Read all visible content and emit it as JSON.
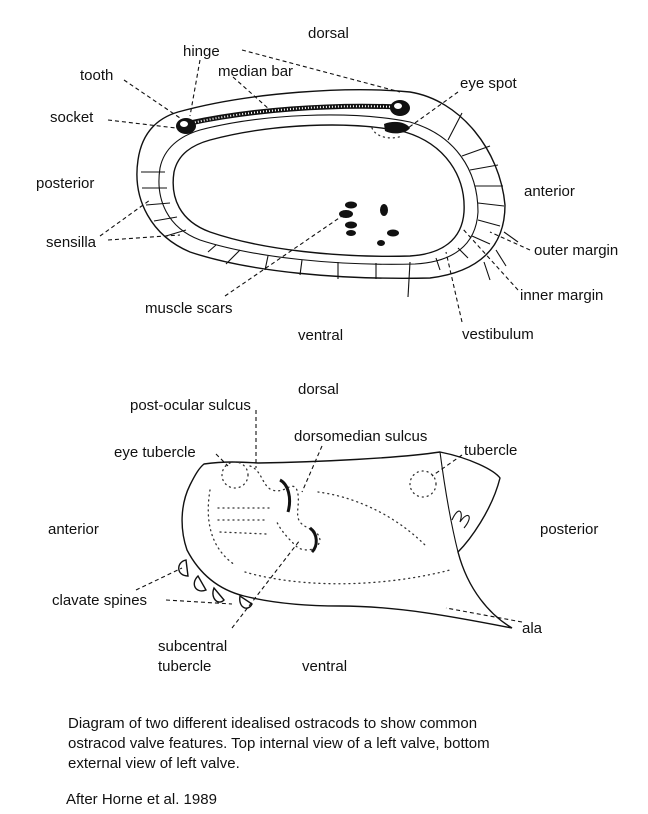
{
  "top_view": {
    "labels": {
      "dorsal": "dorsal",
      "hinge": "hinge",
      "tooth": "tooth",
      "median_bar": "median bar",
      "eye_spot": "eye spot",
      "socket": "socket",
      "posterior": "posterior",
      "anterior": "anterior",
      "sensilla": "sensilla",
      "outer_margin": "outer margin",
      "inner_margin": "inner margin",
      "muscle_scars": "muscle scars",
      "ventral": "ventral",
      "vestibulum": "vestibulum"
    }
  },
  "bottom_view": {
    "labels": {
      "dorsal": "dorsal",
      "post_ocular_sulcus": "post-ocular sulcus",
      "eye_tubercle": "eye tubercle",
      "dorsomedian_sulcus": "dorsomedian sulcus",
      "tubercle": "tubercle",
      "anterior": "anterior",
      "posterior": "posterior",
      "clavate_spines": "clavate spines",
      "ala": "ala",
      "subcentral_tubercle_line1": "subcentral",
      "subcentral_tubercle_line2": "tubercle",
      "ventral": "ventral"
    }
  },
  "caption": {
    "line1": "Diagram of two different idealised ostracods to show common",
    "line2": "ostracod valve features. Top internal view of a left valve, bottom",
    "line3": "external view of left valve."
  },
  "credit": "After Horne et al. 1989"
}
